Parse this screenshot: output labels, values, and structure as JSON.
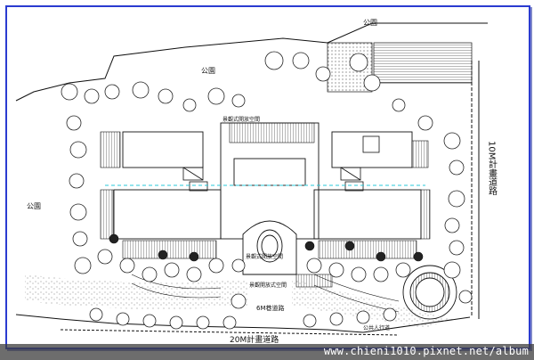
{
  "labels": {
    "park_top": "公園",
    "park_upper": "公園",
    "park_left": "公園",
    "road_right": "10M計畫道路",
    "road_bottom": "20M計畫道路",
    "alley": "6M巷道路",
    "garden_north": "景觀式開放空間",
    "garden_south": "景觀式開放空間",
    "open_space_south": "景觀開放式空間",
    "entrance": "公共人行道"
  },
  "watermark": "www.chieni1010.pixnet.net/album",
  "colors": {
    "frame": "#2a3bd0",
    "line": "#111111",
    "tree": "#222222",
    "overlay_text": "#28c8d8",
    "watermark_bg": "#3c3c3c"
  }
}
